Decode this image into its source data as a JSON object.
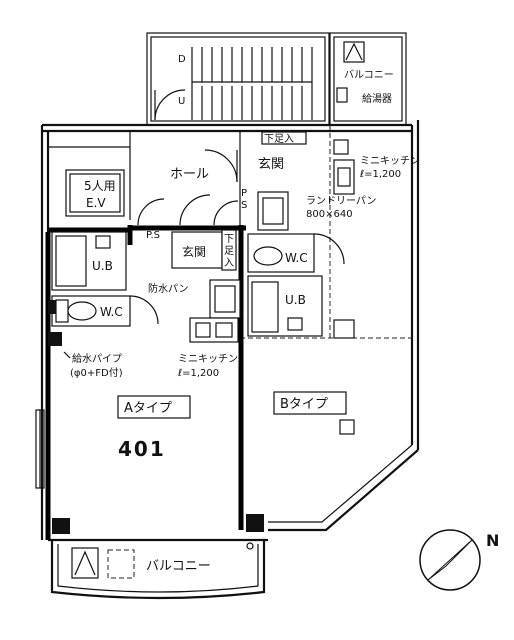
{
  "units": {
    "a_type": "Aタイプ",
    "b_type": "Bタイプ",
    "unit_number": "401"
  },
  "rooms": {
    "balcony_top": "バルコニー",
    "balcony_bottom": "バルコニー",
    "hall": "ホール",
    "entrance_b": "玄関",
    "entrance_a": "玄関",
    "elevator": "5人用\nE.V",
    "ub_a": "U.B",
    "ub_b": "U.B",
    "wc_a": "W.C",
    "wc_b": "W.C",
    "ps": "P.S",
    "ps2": "PS"
  },
  "annotations": {
    "water_heater": "給湯器",
    "shoe_box_b": "下足入",
    "shoe_box_a": "下足入",
    "mini_kitchen_b": "ミニキッチン",
    "mini_kitchen_b_size": "ℓ=1,200",
    "laundry_pan_b": "ランドリーパン",
    "laundry_pan_b_size": "800×640",
    "laundry_pan_a": "防水パン",
    "mini_kitchen_a": "ミニキッチン",
    "mini_kitchen_a_size": "ℓ=1,200",
    "water_pipe": "給水パイプ",
    "water_pipe_note": "(φ0+FD付)",
    "stair_down": "D",
    "stair_up": "U"
  },
  "compass": {
    "north": "N"
  }
}
